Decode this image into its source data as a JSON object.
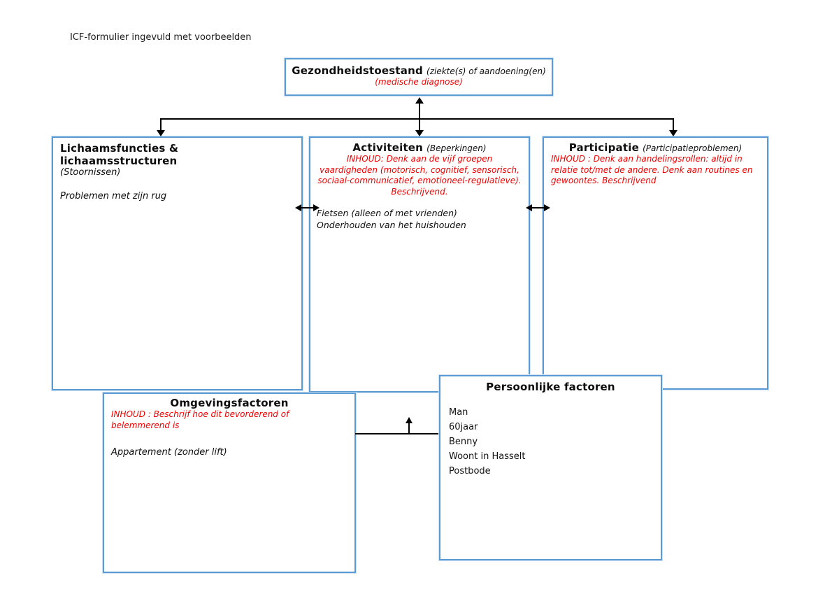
{
  "page": {
    "label": "ICF-formulier ingevuld met voorbeelden"
  },
  "colors": {
    "border": "#5b9bd5",
    "red": "#ee0000",
    "text": "#111111",
    "arrow": "#000000"
  },
  "icons": {
    "arrow_down": "↓",
    "arrow_up": "↑",
    "arrow_double_vertical": "↕",
    "arrow_double_horizontal": "↔"
  },
  "boxes": {
    "gezondheid": {
      "title": "Gezondheidstoestand",
      "subtitle": "(ziekte(s) of aandoening(en)",
      "note_red": "(medische diagnose)"
    },
    "lichaam": {
      "title": "Lichaamsfuncties & lichaamsstructuren",
      "subtitle": "(Stoornissen)",
      "example": "Problemen met zijn rug"
    },
    "activiteiten": {
      "title": "Activiteiten",
      "subtitle": "(Beperkingen)",
      "inhoud": "INHOUD: Denk aan de vijf groepen vaardigheden (motorisch, cognitief, sensorisch, sociaal-communicatief, emotioneel-regulatieve). Beschrijvend.",
      "examples": [
        "Fietsen (alleen of met vrienden)",
        "Onderhouden van het huishouden"
      ]
    },
    "participatie": {
      "title": "Participatie",
      "subtitle": "(Participatieproblemen)",
      "inhoud": "INHOUD : Denk aan handelingsrollen: altijd in relatie tot/met de andere. Denk aan routines en gewoontes. Beschrijvend"
    },
    "omgeving": {
      "title": "Omgevingsfactoren",
      "inhoud": "INHOUD : Beschrijf hoe dit  bevorderend of belemmerend is",
      "example": "Appartement (zonder lift)"
    },
    "persoonlijk": {
      "title": "Persoonlijke factoren",
      "items": [
        "Man",
        "60jaar",
        "Benny",
        "Woont in Hasselt",
        "Postbode"
      ]
    }
  }
}
